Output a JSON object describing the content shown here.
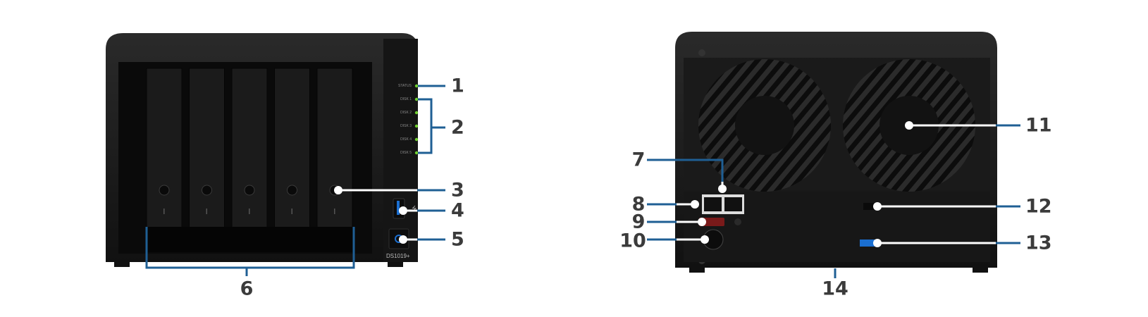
{
  "front": {
    "led_labels": [
      "STATUS",
      "DISK 1",
      "DISK 2",
      "DISK 3",
      "DISK 4",
      "DISK 5"
    ],
    "model": "DS1019+",
    "drive_bays": 5,
    "callouts": [
      "1",
      "2",
      "3",
      "4",
      "5",
      "6"
    ]
  },
  "back": {
    "fans": 2,
    "callouts": [
      "7",
      "8",
      "9",
      "10",
      "11",
      "12",
      "13",
      "14"
    ]
  },
  "colors": {
    "callout_line": "#1f5f94",
    "led": "#6fcf2f",
    "body": "#161616",
    "usb_blue": "#1b6fd1"
  }
}
